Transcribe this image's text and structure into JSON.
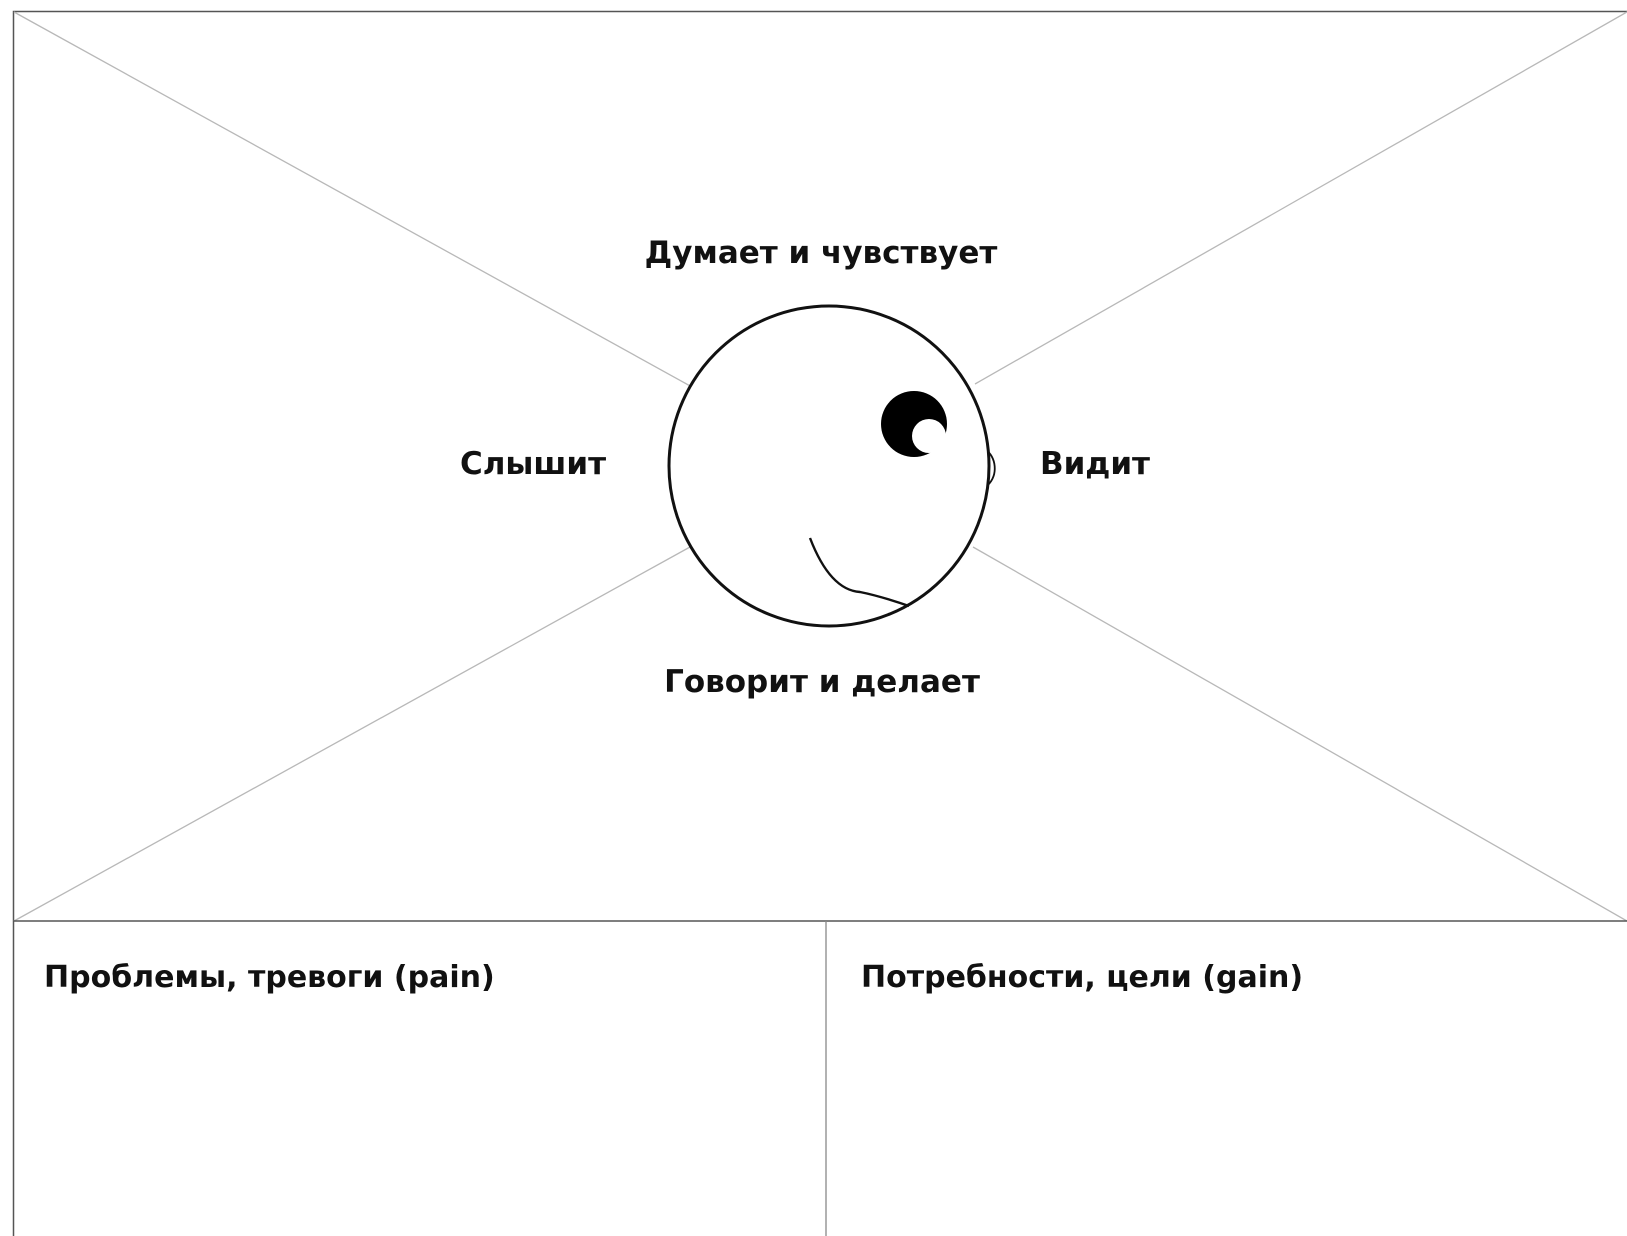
{
  "map": {
    "thinks_feels": "Думает и чувствует",
    "hears": "Слышит",
    "sees": "Видит",
    "says_does": "Говорит и делает"
  },
  "panels": {
    "pain": "Проблемы, тревоги (pain)",
    "gain": "Потребности, цели (gain)"
  },
  "colors": {
    "border": "#555555",
    "diagonal": "#b8b8b8",
    "ink": "#111111"
  }
}
